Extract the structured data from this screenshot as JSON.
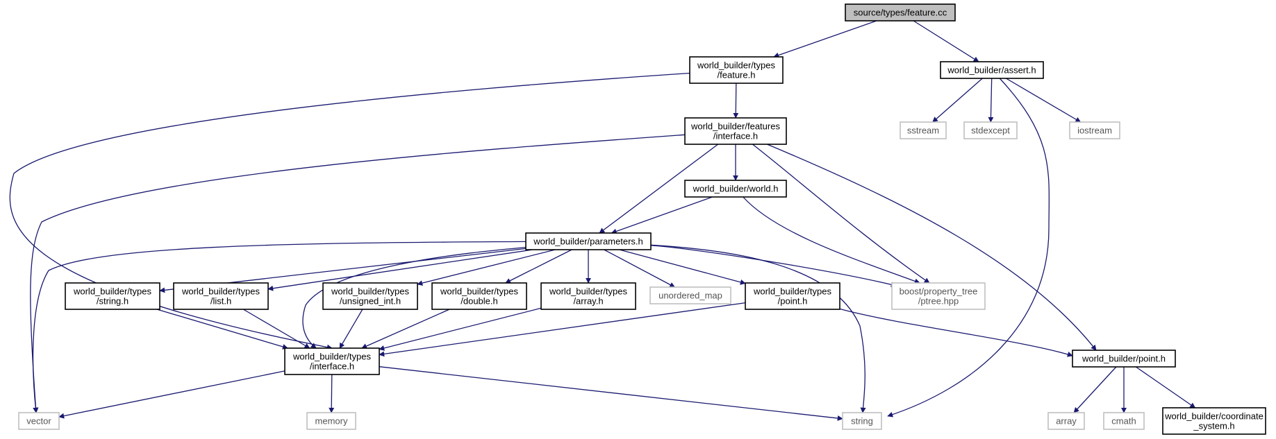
{
  "diagram": {
    "nodes": [
      {
        "id": "feature_cc",
        "lines": [
          "source/types/feature.cc"
        ],
        "kind": "root"
      },
      {
        "id": "types_feature",
        "lines": [
          "world_builder/types",
          "/feature.h"
        ],
        "kind": "local"
      },
      {
        "id": "assert",
        "lines": [
          "world_builder/assert.h"
        ],
        "kind": "local"
      },
      {
        "id": "features_interface",
        "lines": [
          "world_builder/features",
          "/interface.h"
        ],
        "kind": "local"
      },
      {
        "id": "sstream",
        "lines": [
          "sstream"
        ],
        "kind": "external"
      },
      {
        "id": "stdexcept",
        "lines": [
          "stdexcept"
        ],
        "kind": "external"
      },
      {
        "id": "iostream",
        "lines": [
          "iostream"
        ],
        "kind": "external"
      },
      {
        "id": "world",
        "lines": [
          "world_builder/world.h"
        ],
        "kind": "local"
      },
      {
        "id": "parameters",
        "lines": [
          "world_builder/parameters.h"
        ],
        "kind": "local"
      },
      {
        "id": "types_string",
        "lines": [
          "world_builder/types",
          "/string.h"
        ],
        "kind": "local"
      },
      {
        "id": "types_list",
        "lines": [
          "world_builder/types",
          "/list.h"
        ],
        "kind": "local"
      },
      {
        "id": "types_unsigned",
        "lines": [
          "world_builder/types",
          "/unsigned_int.h"
        ],
        "kind": "local"
      },
      {
        "id": "types_double",
        "lines": [
          "world_builder/types",
          "/double.h"
        ],
        "kind": "local"
      },
      {
        "id": "types_array",
        "lines": [
          "world_builder/types",
          "/array.h"
        ],
        "kind": "local"
      },
      {
        "id": "unordered_map",
        "lines": [
          "unordered_map"
        ],
        "kind": "external"
      },
      {
        "id": "types_point",
        "lines": [
          "world_builder/types",
          "/point.h"
        ],
        "kind": "local"
      },
      {
        "id": "ptree",
        "lines": [
          "boost/property_tree",
          "/ptree.hpp"
        ],
        "kind": "external"
      },
      {
        "id": "types_interface",
        "lines": [
          "world_builder/types",
          "/interface.h"
        ],
        "kind": "local"
      },
      {
        "id": "point",
        "lines": [
          "world_builder/point.h"
        ],
        "kind": "local"
      },
      {
        "id": "vector",
        "lines": [
          "vector"
        ],
        "kind": "external"
      },
      {
        "id": "memory",
        "lines": [
          "memory"
        ],
        "kind": "external"
      },
      {
        "id": "string",
        "lines": [
          "string"
        ],
        "kind": "external"
      },
      {
        "id": "array",
        "lines": [
          "array"
        ],
        "kind": "external"
      },
      {
        "id": "cmath",
        "lines": [
          "cmath"
        ],
        "kind": "external"
      },
      {
        "id": "coordinate_system",
        "lines": [
          "world_builder/coordinate",
          "_system.h"
        ],
        "kind": "local"
      }
    ],
    "edges": [
      {
        "from": "feature_cc",
        "to": "types_feature"
      },
      {
        "from": "feature_cc",
        "to": "assert"
      },
      {
        "from": "types_feature",
        "to": "features_interface"
      },
      {
        "from": "types_feature",
        "to": "types_interface"
      },
      {
        "from": "assert",
        "to": "sstream"
      },
      {
        "from": "assert",
        "to": "stdexcept"
      },
      {
        "from": "assert",
        "to": "iostream"
      },
      {
        "from": "assert",
        "to": "string"
      },
      {
        "from": "features_interface",
        "to": "world"
      },
      {
        "from": "features_interface",
        "to": "parameters"
      },
      {
        "from": "features_interface",
        "to": "ptree"
      },
      {
        "from": "features_interface",
        "to": "point"
      },
      {
        "from": "features_interface",
        "to": "vector"
      },
      {
        "from": "world",
        "to": "parameters"
      },
      {
        "from": "world",
        "to": "ptree"
      },
      {
        "from": "parameters",
        "to": "types_string"
      },
      {
        "from": "parameters",
        "to": "types_list"
      },
      {
        "from": "parameters",
        "to": "types_unsigned"
      },
      {
        "from": "parameters",
        "to": "types_double"
      },
      {
        "from": "parameters",
        "to": "types_array"
      },
      {
        "from": "parameters",
        "to": "unordered_map"
      },
      {
        "from": "parameters",
        "to": "types_point"
      },
      {
        "from": "parameters",
        "to": "ptree"
      },
      {
        "from": "parameters",
        "to": "types_interface"
      },
      {
        "from": "parameters",
        "to": "vector"
      },
      {
        "from": "parameters",
        "to": "string"
      },
      {
        "from": "types_string",
        "to": "types_interface"
      },
      {
        "from": "types_list",
        "to": "types_interface"
      },
      {
        "from": "types_unsigned",
        "to": "types_interface"
      },
      {
        "from": "types_double",
        "to": "types_interface"
      },
      {
        "from": "types_array",
        "to": "types_interface"
      },
      {
        "from": "types_point",
        "to": "types_interface"
      },
      {
        "from": "types_point",
        "to": "point"
      },
      {
        "from": "types_interface",
        "to": "vector"
      },
      {
        "from": "types_interface",
        "to": "memory"
      },
      {
        "from": "types_interface",
        "to": "string"
      },
      {
        "from": "point",
        "to": "array"
      },
      {
        "from": "point",
        "to": "cmath"
      },
      {
        "from": "point",
        "to": "coordinate_system"
      }
    ],
    "colors": {
      "edge": "#191970",
      "local_border": "#000000",
      "external_border": "#bfbfbf",
      "root_fill": "#bfbfbf"
    }
  }
}
